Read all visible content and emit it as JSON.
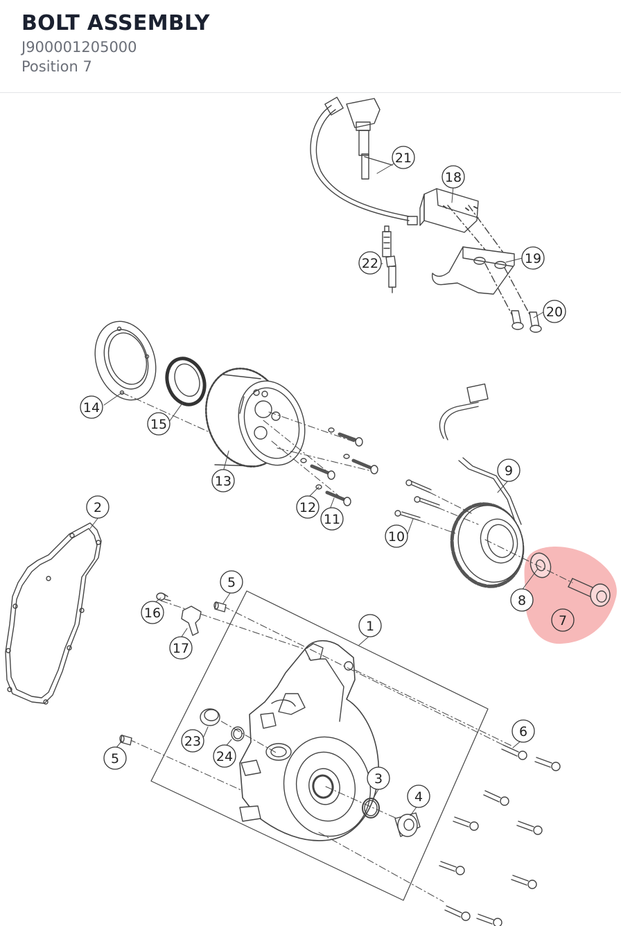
{
  "header": {
    "title": "BOLT ASSEMBLY",
    "part_number": "J900001205000",
    "position_label": "Position 7"
  },
  "diagram": {
    "highlight_color": "#f08080",
    "line_color": "#444444",
    "callouts": [
      {
        "id": "c1",
        "label": "1"
      },
      {
        "id": "c2",
        "label": "2"
      },
      {
        "id": "c3",
        "label": "3"
      },
      {
        "id": "c4",
        "label": "4"
      },
      {
        "id": "c5a",
        "label": "5"
      },
      {
        "id": "c5b",
        "label": "5"
      },
      {
        "id": "c6",
        "label": "6"
      },
      {
        "id": "c7",
        "label": "7"
      },
      {
        "id": "c8",
        "label": "8"
      },
      {
        "id": "c9",
        "label": "9"
      },
      {
        "id": "c10",
        "label": "10"
      },
      {
        "id": "c11",
        "label": "11"
      },
      {
        "id": "c12",
        "label": "12"
      },
      {
        "id": "c13",
        "label": "13"
      },
      {
        "id": "c14",
        "label": "14"
      },
      {
        "id": "c15",
        "label": "15"
      },
      {
        "id": "c16",
        "label": "16"
      },
      {
        "id": "c17",
        "label": "17"
      },
      {
        "id": "c18",
        "label": "18"
      },
      {
        "id": "c19",
        "label": "19"
      },
      {
        "id": "c20",
        "label": "20"
      },
      {
        "id": "c21",
        "label": "21"
      },
      {
        "id": "c22",
        "label": "22"
      },
      {
        "id": "c23",
        "label": "23"
      },
      {
        "id": "c24",
        "label": "24"
      }
    ]
  }
}
